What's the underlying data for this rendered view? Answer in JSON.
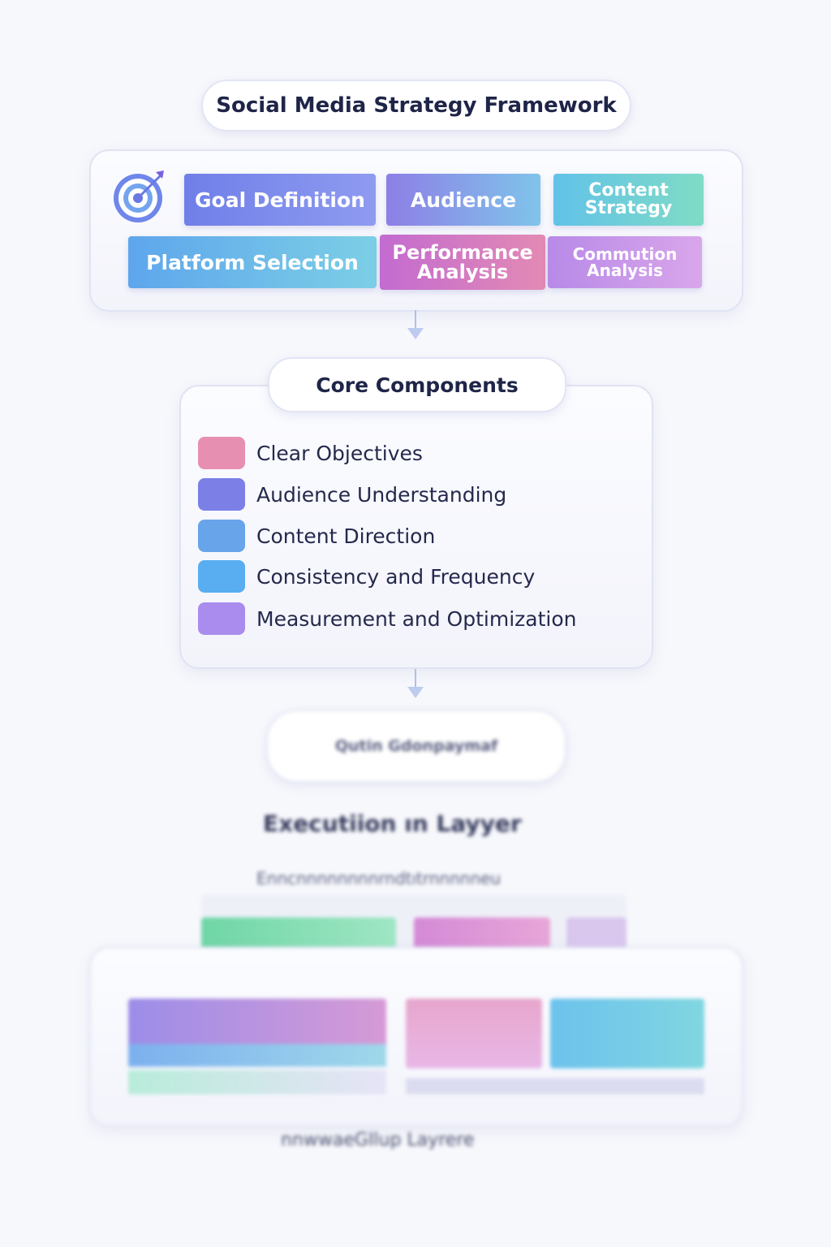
{
  "title": "Social Media Strategy Framework",
  "framework": {
    "icon": "target-icon",
    "tiles": [
      {
        "label": "Goal Definition",
        "color_from": "#6f7fe8",
        "color_to": "#8f9bf0"
      },
      {
        "label": "Audience",
        "color_from": "#8d7fe6",
        "color_to": "#7fc4ea"
      },
      {
        "label": "Content Strategy",
        "color_from": "#62c2e8",
        "color_to": "#7fdcc6"
      },
      {
        "label": "Platform Selection",
        "color_from": "#5ea6ec",
        "color_to": "#7ccfe6"
      },
      {
        "label": "Performance Analysis",
        "color_from": "#c36bd0",
        "color_to": "#e38ab4"
      },
      {
        "label": "Commution Analysis",
        "color_from": "#b88ae8",
        "color_to": "#d9a6ea"
      }
    ]
  },
  "core": {
    "title": "Core Components",
    "items": [
      {
        "label": "Clear Objectives",
        "color": "#e78fb0"
      },
      {
        "label": "Audience Understanding",
        "color": "#7b7fe6"
      },
      {
        "label": "Content Direction",
        "color": "#68a4ea"
      },
      {
        "label": "Consistency and Frequency",
        "color": "#58aef0"
      },
      {
        "label": "Measurement and Optimization",
        "color": "#a98ced"
      }
    ]
  },
  "blurred": {
    "pill_text": "Qutin Gdonpaymaf",
    "execution_title": "Executiion ın Layyer",
    "sub_text": "Enncnnnnnnnnrndtıtrnnnnneu",
    "bottom_text": "nnwwaeGIlup Layrere"
  }
}
